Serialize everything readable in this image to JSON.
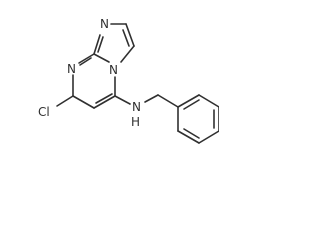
{
  "molecule": {
    "atoms": {
      "n_imidazole": "N",
      "n_pyrimidine": "N",
      "n_bridgehead": "N",
      "cl": "Cl",
      "nh_n": "N",
      "nh_h": "H"
    }
  },
  "colors": {
    "bond": "#303030",
    "label": "#303030",
    "background": "#ffffff"
  }
}
